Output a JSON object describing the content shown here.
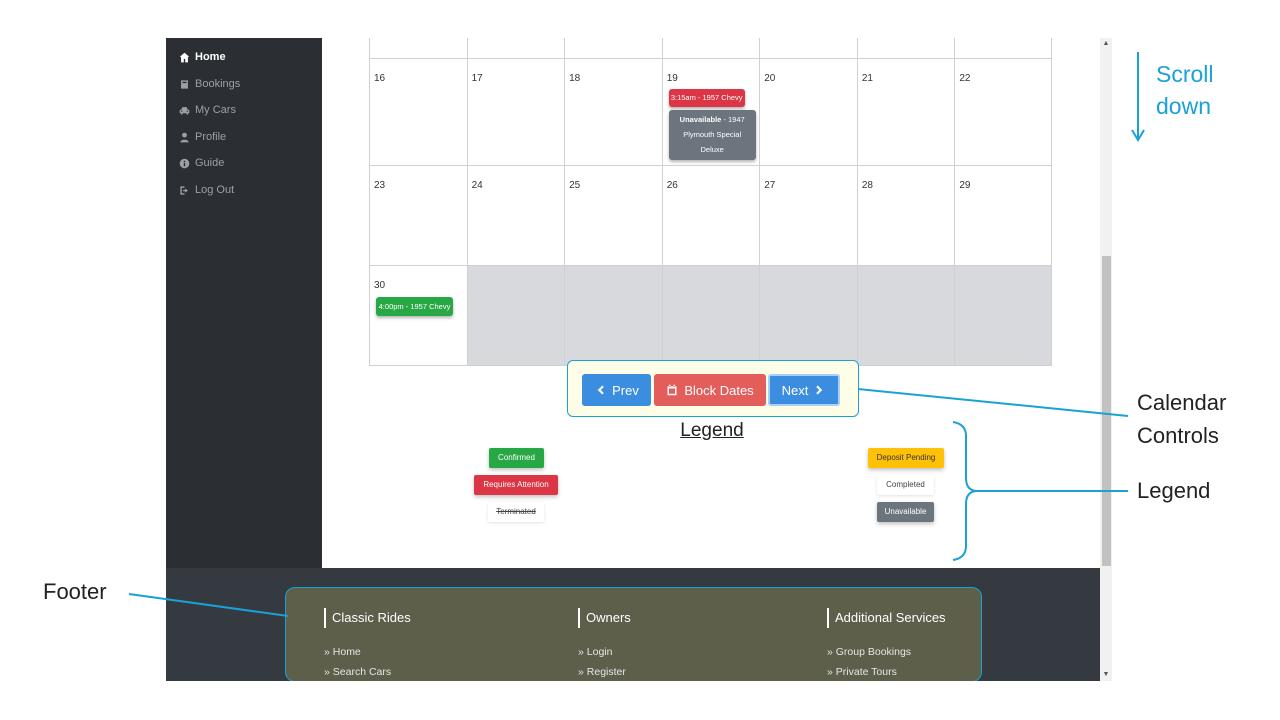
{
  "sidebar": {
    "items": [
      {
        "label": "Home",
        "icon": "home-icon",
        "active": true
      },
      {
        "label": "Bookings",
        "icon": "book-icon",
        "active": false
      },
      {
        "label": "My Cars",
        "icon": "car-icon",
        "active": false
      },
      {
        "label": "Profile",
        "icon": "user-icon",
        "active": false
      },
      {
        "label": "Guide",
        "icon": "info-icon",
        "active": false
      },
      {
        "label": "Log Out",
        "icon": "logout-icon",
        "active": false
      }
    ]
  },
  "calendar": {
    "rows": [
      {
        "days": [
          "16",
          "17",
          "18",
          "19",
          "20",
          "21",
          "22"
        ]
      },
      {
        "days": [
          "23",
          "24",
          "25",
          "26",
          "27",
          "28",
          "29"
        ]
      },
      {
        "days": [
          "30",
          "",
          "",
          "",
          "",
          "",
          ""
        ]
      }
    ],
    "events": {
      "day19_booking": "3:15am - 1957 Chevy",
      "day19_unavailable_bold": "Unavailable",
      "day19_unavailable_rest_1": " - 1947",
      "day19_unavailable_rest_2": "Plymouth Special",
      "day19_unavailable_rest_3": "Deluxe",
      "day30_booking": "4:00pm - 1957 Chevy"
    }
  },
  "controls": {
    "prev": "Prev",
    "block": "Block Dates",
    "next": "Next"
  },
  "legend": {
    "title": "Legend",
    "confirmed": "Confirmed",
    "requires_attention": "Requires Attention",
    "terminated": "Terminated",
    "deposit_pending": "Deposit Pending",
    "completed": "Completed",
    "unavailable": "Unavailable"
  },
  "footer": {
    "col1": {
      "title": "Classic Rides",
      "links": [
        "Home",
        "Search Cars"
      ]
    },
    "col2": {
      "title": "Owners",
      "links": [
        "Login",
        "Register"
      ]
    },
    "col3": {
      "title": "Additional Services",
      "links": [
        "Group Bookings",
        "Private Tours"
      ]
    }
  },
  "annotations": {
    "scroll_line1": "Scroll",
    "scroll_line2": "down",
    "calendar_controls_line1": "Calendar",
    "calendar_controls_line2": "Controls",
    "legend": "Legend",
    "footer": "Footer"
  },
  "colors": {
    "accent_annotation": "#1aa1d6",
    "confirmed": "#28a745",
    "requires_attention": "#dc3545",
    "deposit_pending": "#ffc107",
    "unavailable": "#6c757d",
    "prev_next": "#3b8de0",
    "block_dates": "#e35d5b"
  }
}
